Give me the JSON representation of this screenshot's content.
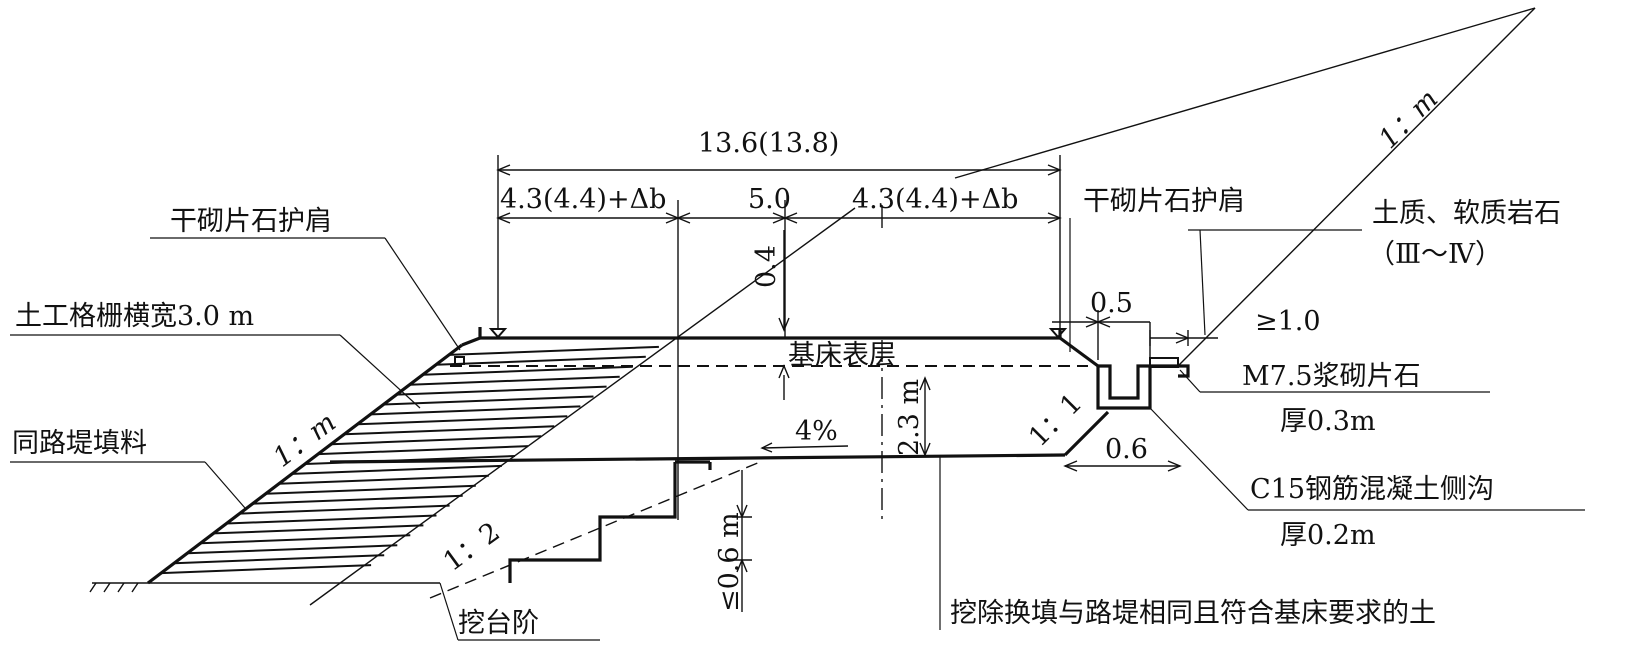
{
  "labels": {
    "left_shoulder_protection": "干砌片石护肩",
    "right_shoulder_protection": "干砌片石护肩",
    "geogrid": "土工格栅横宽3.0 m",
    "same_fill": "同路堤填料",
    "bench_excavation": "挖台阶",
    "replacement_note": "挖除换填与路堤相同且符合基床要求的土",
    "soil_rock": "土质、软质岩石",
    "rock_class": "（Ⅲ～Ⅳ）",
    "mortar_stone": "M7.5浆砌片石",
    "mortar_thickness": "厚0.3m",
    "concrete_ditch": "C15钢筋混凝土侧沟",
    "ditch_thickness": "厚0.2m",
    "subgrade_surface": "基床表层"
  },
  "dimensions": {
    "total_width": "13.6(13.8)",
    "left_width": "4.3(4.4)+Δb",
    "middle_width": "5.0",
    "right_width": "4.3(4.4)+Δb",
    "surface_depth": "0.4",
    "bed_depth": "2.3 m",
    "bench_height": "≤0.6 m",
    "ditch_top": "0.5",
    "berm_width": "≥1.0",
    "ditch_width": "0.6",
    "cross_slope": "4%"
  },
  "slopes": {
    "embankment": "1：m",
    "cut": "1：m",
    "ground": "1：2",
    "ditch": "1：1"
  }
}
